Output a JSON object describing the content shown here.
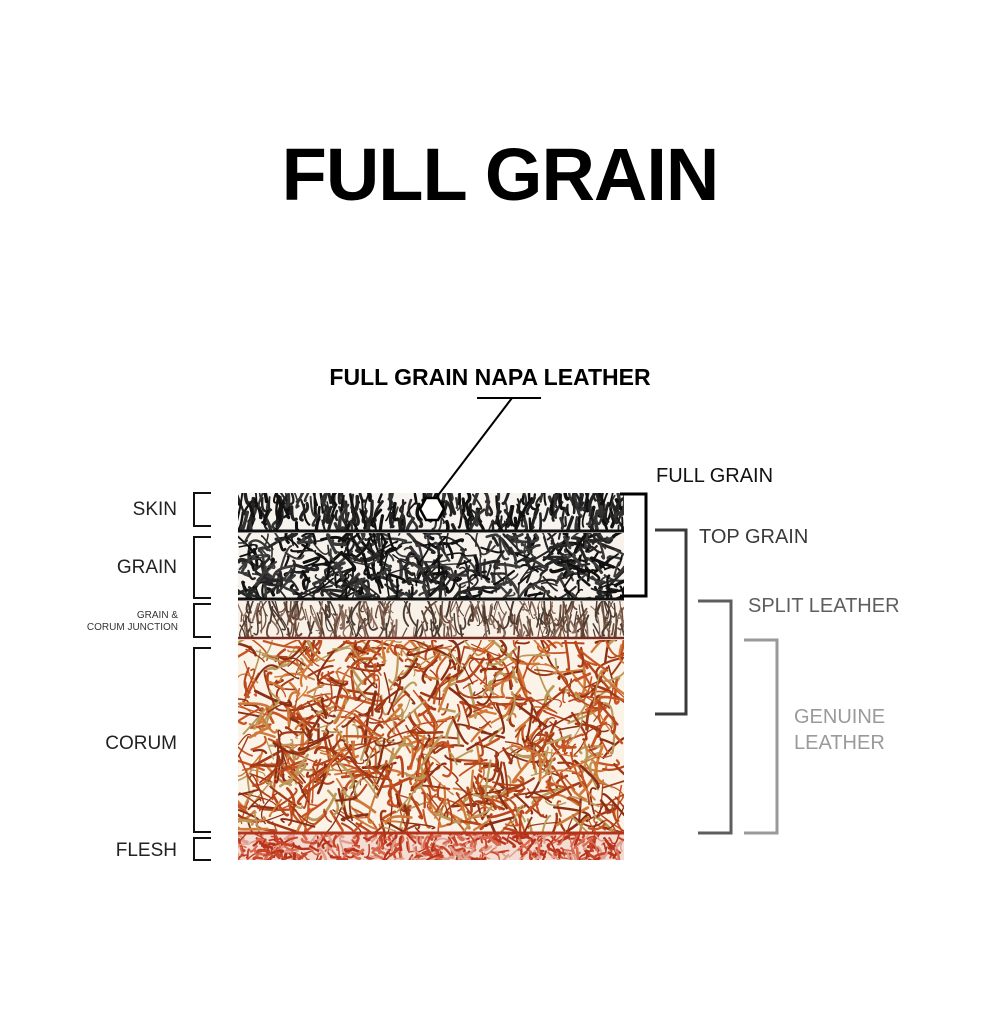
{
  "title": "FULL GRAIN",
  "callout": "FULL GRAIN NAPA LEATHER",
  "layers": {
    "skin": "SKIN",
    "grain": "GRAIN",
    "junction_line1": "GRAIN &",
    "junction_line2": "CORUM JUNCTION",
    "corum": "CORUM",
    "flesh": "FLESH"
  },
  "grades": {
    "full_grain": "FULL GRAIN",
    "top_grain": "TOP GRAIN",
    "split_leather": "SPLIT LEATHER",
    "genuine_line1": "GENUINE",
    "genuine_line2": "LEATHER"
  },
  "colors": {
    "full_grain": "#000000",
    "top_grain": "#3a3a3a",
    "split_leather": "#5e5e5e",
    "genuine_leather": "#9a9a9a",
    "corum_fiber": "#b8461c",
    "flesh": "#c8452a"
  }
}
